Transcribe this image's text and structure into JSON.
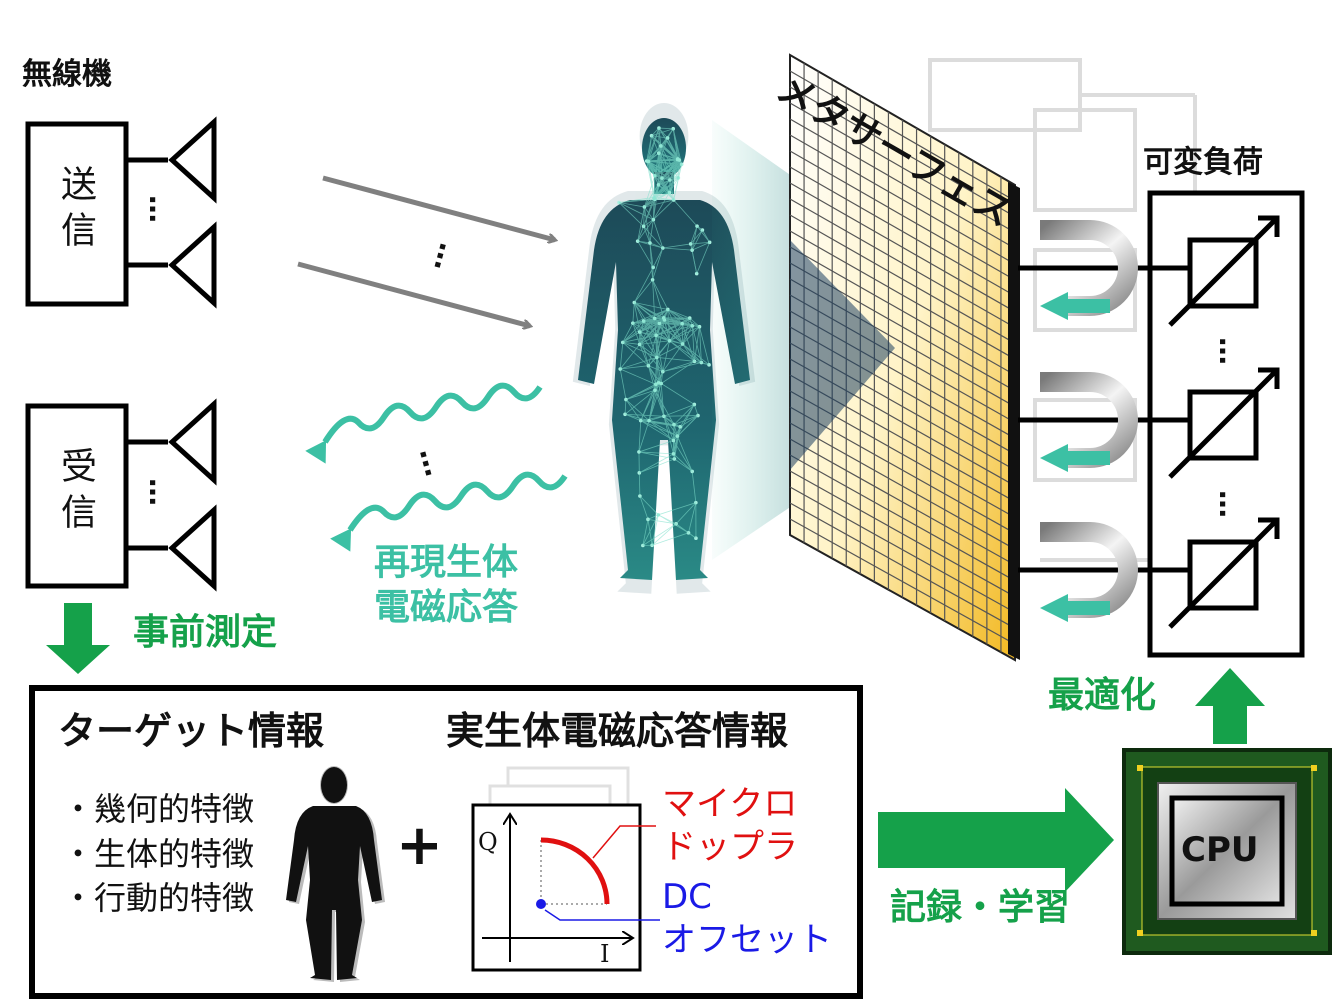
{
  "radio": {
    "title": "無線機",
    "tx_label": "送信",
    "rx_label": "受信",
    "ellipsis": "…"
  },
  "metasurface": {
    "title": "メタサーフェス"
  },
  "variable_load": {
    "title": "可変負荷"
  },
  "wave": {
    "label_line1": "再現生体",
    "label_line2": "電磁応答"
  },
  "pre_measure": {
    "label": "事前測定"
  },
  "optimize": {
    "label": "最適化"
  },
  "record": {
    "label": "記録・学習"
  },
  "cpu": {
    "label": "CPU"
  },
  "info_box": {
    "target_title": "ターゲット情報",
    "features": [
      "・幾何的特徴",
      "・生体的特徴",
      "・行動的特徴"
    ],
    "plus": "+",
    "response_title": "実生体電磁応答情報"
  },
  "iq_plot": {
    "q_axis": "Q",
    "i_axis": "I",
    "micro_doppler_line1": "マイクロ",
    "micro_doppler_line2": "ドップラ",
    "dc_line1": "DC",
    "dc_line2": "オフセット"
  },
  "colors": {
    "green": "#15a14a",
    "teal": "#3cc0a4",
    "gold": "#f2c430",
    "dark_teal": "#1d5560",
    "micro_doppler_red": "#e01010",
    "dc_blue": "#1a1ae6",
    "cpu_board": "#1f5a1f"
  }
}
